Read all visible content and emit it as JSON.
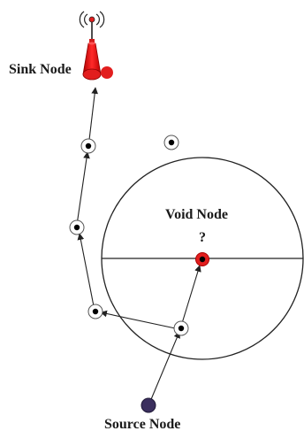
{
  "labels": {
    "sink": "Sink Node",
    "void": "Void Node",
    "void_mark": "?",
    "source": "Source Node"
  },
  "colors": {
    "stroke": "#222222",
    "sink_red": "#e21e1e",
    "void_red": "#e21e1e",
    "source_fill": "#3b2f5e"
  },
  "icons": {
    "sink": "antenna-tower-icon",
    "node": "sensor-node-icon"
  }
}
